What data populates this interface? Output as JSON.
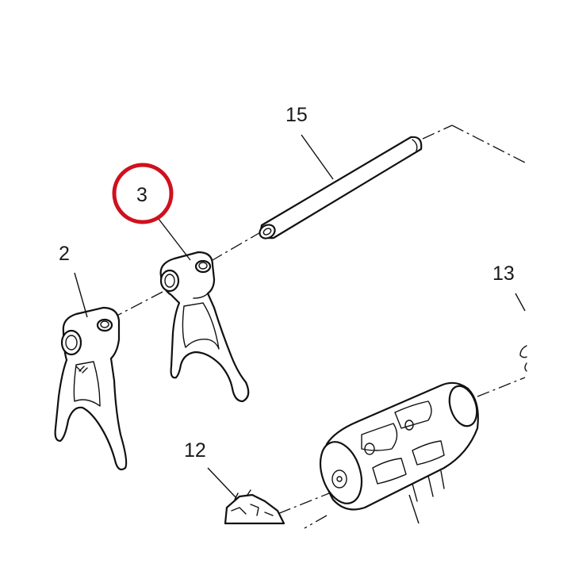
{
  "diagram": {
    "callouts": [
      {
        "id": "2",
        "label": "2"
      },
      {
        "id": "3",
        "label": "3"
      },
      {
        "id": "12",
        "label": "12"
      },
      {
        "id": "13",
        "label": "13"
      },
      {
        "id": "15",
        "label": "15"
      }
    ],
    "highlight": {
      "target": "3",
      "color": "#d0101e"
    },
    "line_color": "#111111"
  }
}
